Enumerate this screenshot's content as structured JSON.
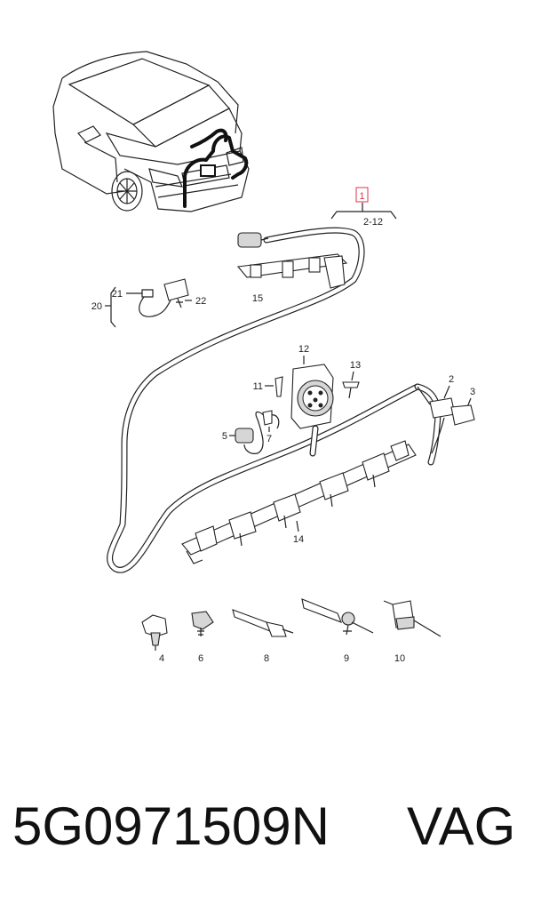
{
  "diagram": {
    "group_label": "1",
    "group_range": "2-12",
    "callouts": [
      "2",
      "3",
      "4",
      "5",
      "6",
      "7",
      "8",
      "9",
      "10",
      "11",
      "12",
      "13",
      "14",
      "15",
      "20",
      "21",
      "22"
    ],
    "colors": {
      "highlight": "#e0304a",
      "line": "#222222"
    }
  },
  "caption": {
    "part_number": "5G0971509N",
    "brand": "VAG"
  }
}
